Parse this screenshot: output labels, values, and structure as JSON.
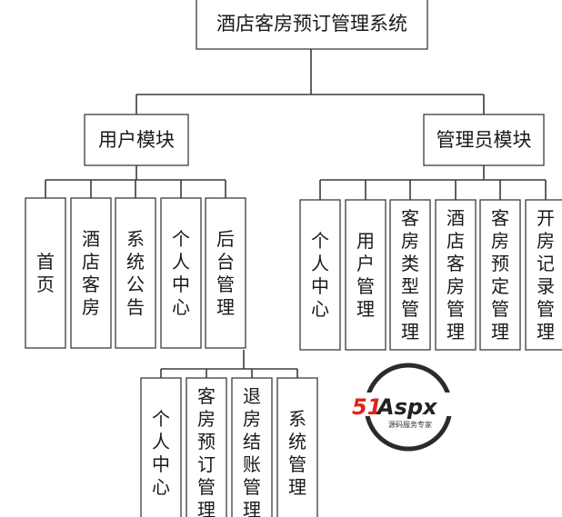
{
  "root": {
    "label": "酒店客房预订管理系统"
  },
  "user_module": {
    "label": "用户模块",
    "children": [
      "首页",
      "酒店客房",
      "系统公告",
      "个人中心",
      "后台管理"
    ]
  },
  "admin_module": {
    "label": "管理员模块",
    "children": [
      "个人中心",
      "用户管理",
      "客房类型管理",
      "酒店客房管理",
      "客房预定管理",
      "开房记录管理"
    ]
  },
  "backend": {
    "children": [
      "个人中心",
      "客房预订管理",
      "退房结账管理",
      "系统管理"
    ]
  },
  "watermark": {
    "brand": "51Aspx",
    "tagline": "源码服务专家",
    "colors": {
      "red": "#e2231a",
      "dark": "#222222",
      "green": "#3aa935"
    }
  }
}
